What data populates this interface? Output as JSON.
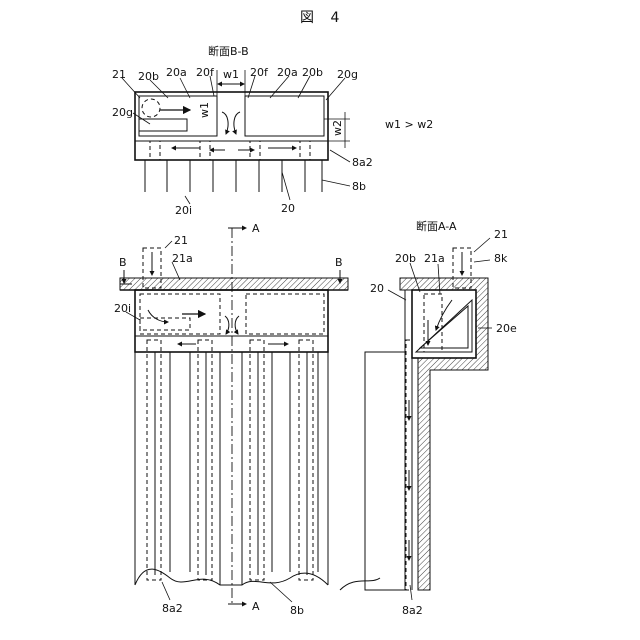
{
  "title": "図 4",
  "section_bb": {
    "title": "断面B-B",
    "labels": {
      "l21": "21",
      "l20b_left": "20b",
      "l20a_left": "20a",
      "l20f_left": "20f",
      "lw1": "w1",
      "l20f_right": "20f",
      "l20a_right": "20a",
      "l20b_right": "20b",
      "l20g_right": "20g",
      "l20g_left": "20g",
      "lw1_vert": "w1",
      "lw2": "w2",
      "l8a2": "8a2",
      "l8b": "8b",
      "l20i": "20i",
      "l20": "20"
    },
    "relation": "w1 > w2"
  },
  "front_view": {
    "labels": {
      "l21": "21",
      "l21a": "21a",
      "lB_left": "B",
      "lB_right": "B",
      "lA_top": "A",
      "lA_bottom": "A",
      "l20i": "20i",
      "l8a2": "8a2",
      "l8b": "8b"
    }
  },
  "section_aa": {
    "title": "断面A-A",
    "labels": {
      "l21": "21",
      "l8k": "8k",
      "l20b": "20b",
      "l21a": "21a",
      "l20": "20",
      "l20e": "20e",
      "l8a2": "8a2"
    }
  }
}
